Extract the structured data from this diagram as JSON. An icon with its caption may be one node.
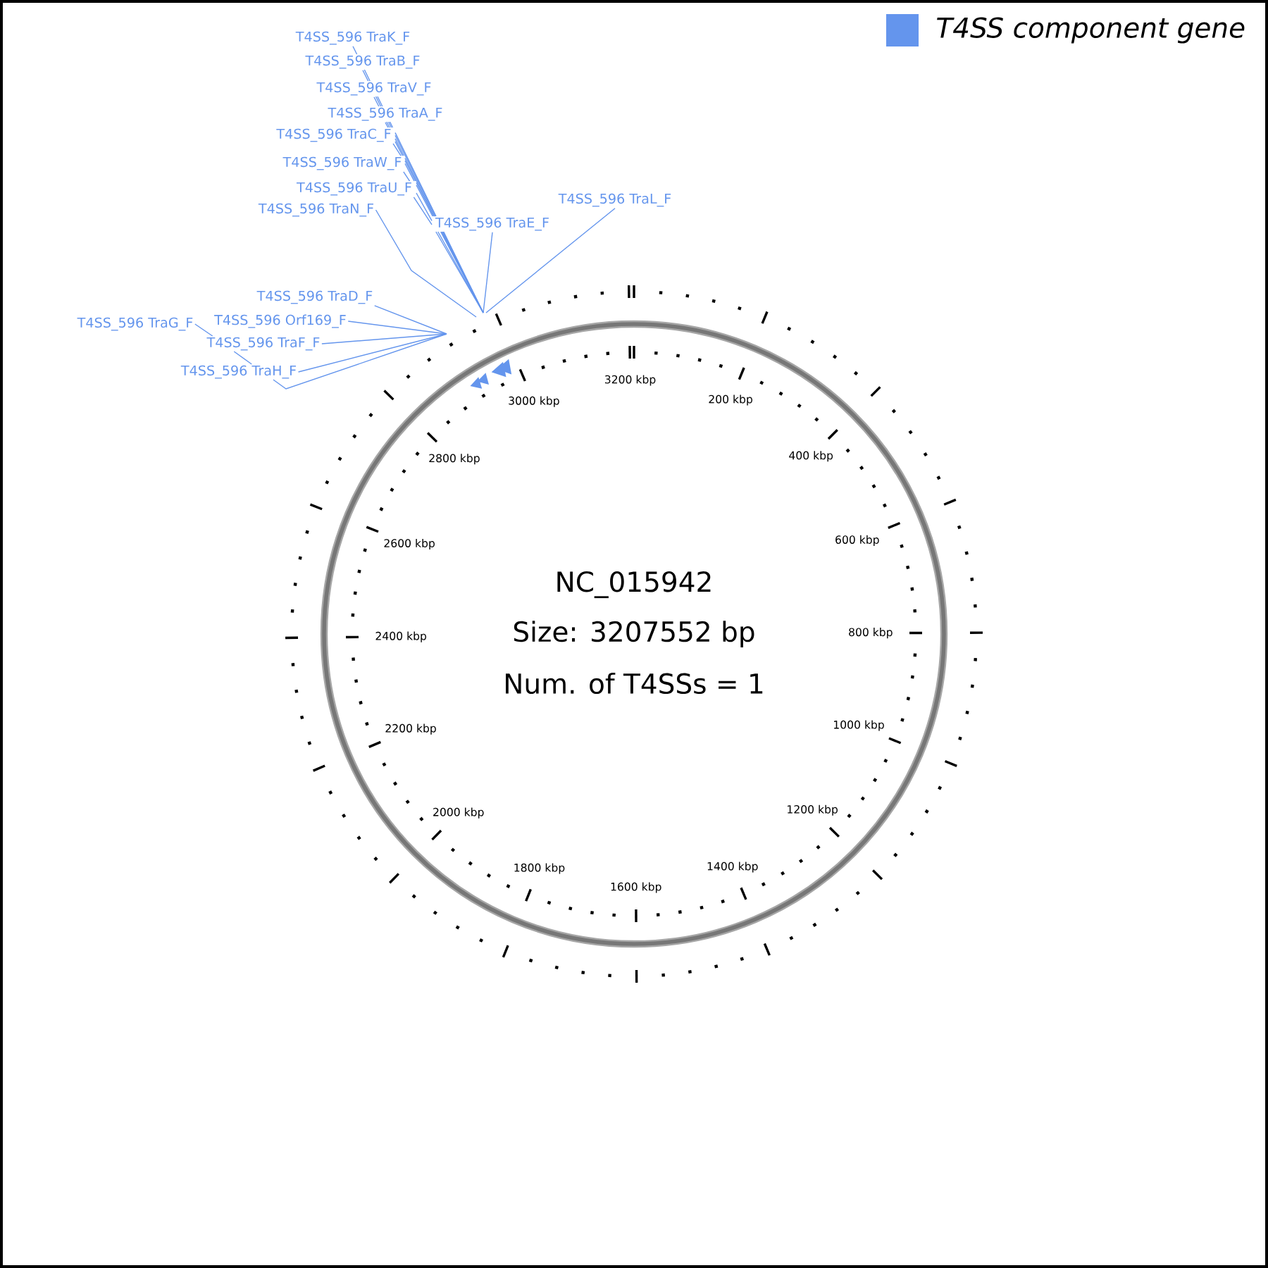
{
  "diagram": {
    "nodes": [
      {
        "text": [
          "T4SS_596 TraK_F"
        ]
      },
      {
        "text": [
          "T4SS_596 TraB_F"
        ]
      },
      {
        "text": [
          "T4SS_596 TraV_F"
        ]
      },
      {
        "text": [
          "T4SS_596 TraA_F"
        ]
      },
      {
        "text": [
          "T4SS_596 TraC_F"
        ]
      },
      {
        "text": [
          "T4SS_596 TraW_F"
        ]
      },
      {
        "text": [
          "T4SS_596 TraU_F"
        ]
      },
      {
        "text": [
          "T4SS_596 TraL_F"
        ]
      },
      {
        "text": [
          "T4SS_596 TraN_F"
        ]
      },
      {
        "text": [
          "T4SS_596 TraE_F"
        ]
      },
      {
        "text": [
          "T4SS_596 TraD_F"
        ]
      },
      {
        "text": [
          "T4SS_596 TraG_F"
        ]
      },
      {
        "text": [
          "T4SS_596 Orf169_F"
        ]
      },
      {
        "text": [
          "T4SS_596 TraF_F"
        ]
      },
      {
        "text": [
          "T4SS_596 TraH_F"
        ]
      }
    ],
    "edges": [
      {
        "from": 0,
        "to": null,
        "arrow": "none"
      },
      {
        "from": 1,
        "to": null,
        "arrow": "none"
      },
      {
        "from": 2,
        "to": null,
        "arrow": "none"
      },
      {
        "from": 3,
        "to": null,
        "arrow": "none"
      },
      {
        "from": 4,
        "to": null,
        "arrow": "none"
      },
      {
        "from": 5,
        "to": null,
        "arrow": "none"
      },
      {
        "from": 6,
        "to": null,
        "arrow": "none"
      },
      {
        "from": 7,
        "to": null,
        "arrow": "none"
      },
      {
        "from": 8,
        "to": null,
        "arrow": "none"
      },
      {
        "from": 9,
        "to": null,
        "arrow": "none"
      },
      {
        "from": 10,
        "to": null,
        "arrow": "none"
      },
      {
        "from": 11,
        "to": null,
        "arrow": "none"
      },
      {
        "from": 12,
        "to": null,
        "arrow": "none"
      },
      {
        "from": 13,
        "to": null,
        "arrow": "none"
      },
      {
        "from": 14,
        "to": null,
        "arrow": "none"
      }
    ],
    "labels": [
      "200 kbp",
      "400 kbp",
      "600 kbp",
      "800 kbp",
      "1000 kbp",
      "1200 kbp",
      "1400 kbp",
      "1600 kbp",
      "1800 kbp",
      "2000 kbp",
      "2200 kbp",
      "2400 kbp",
      "2600 kbp",
      "2800 kbp",
      "3000 kbp",
      "3200 kbp",
      "NC_015942",
      "Size: 3207552 bp",
      "Num. of T4SSs = 1"
    ],
    "legend": [
      {
        "text": "T4SS component gene",
        "color": "#6495ed"
      }
    ]
  }
}
